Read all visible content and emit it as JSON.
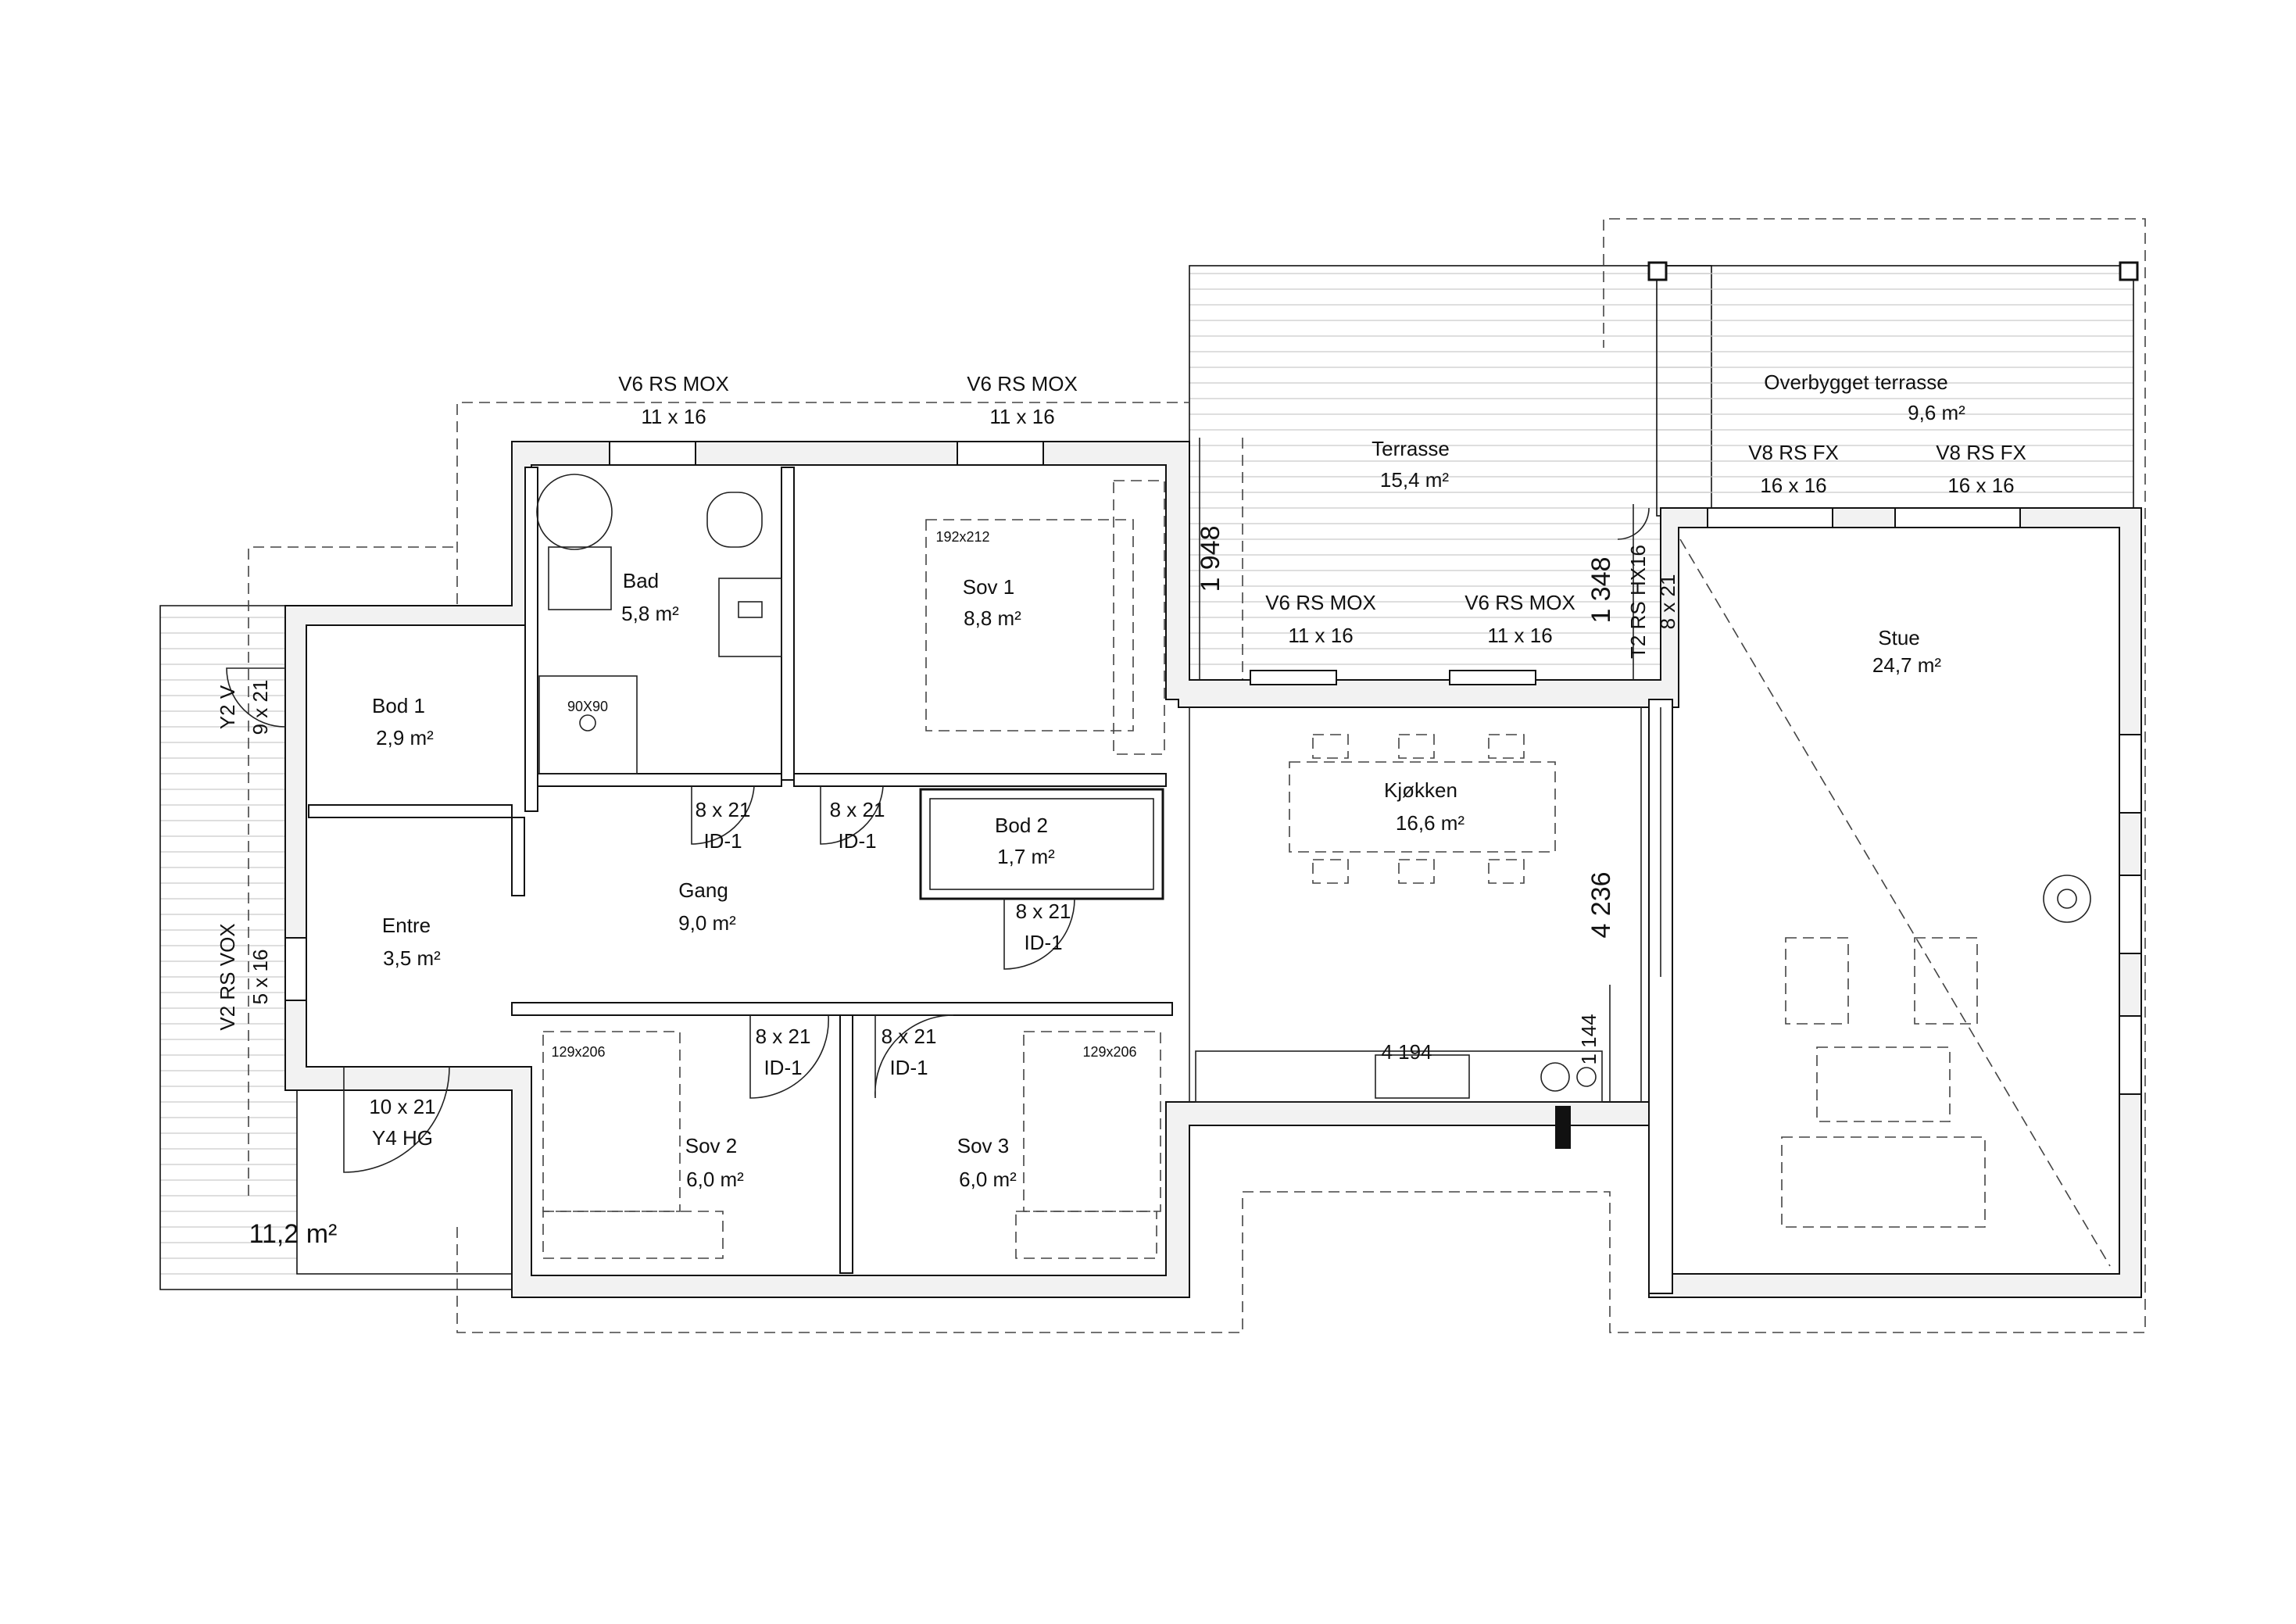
{
  "rooms": {
    "bad": {
      "name": "Bad",
      "area": "5,8 m²"
    },
    "sov1": {
      "name": "Sov 1",
      "area": "8,8 m²",
      "bed": "192x212"
    },
    "bod1": {
      "name": "Bod 1",
      "area": "2,9 m²"
    },
    "entre": {
      "name": "Entre",
      "area": "3,5 m²"
    },
    "gang": {
      "name": "Gang",
      "area": "9,0 m²"
    },
    "bod2": {
      "name": "Bod 2",
      "area": "1,7 m²"
    },
    "sov2": {
      "name": "Sov 2",
      "area": "6,0 m²",
      "bed": "129x206"
    },
    "sov3": {
      "name": "Sov 3",
      "area": "6,0 m²",
      "bed": "129x206"
    },
    "kjokken": {
      "name": "Kjøkken",
      "area": "16,6 m²"
    },
    "stue": {
      "name": "Stue",
      "area": "24,7 m²"
    },
    "terrasse": {
      "name": "Terrasse",
      "area": "15,4 m²"
    },
    "overbygget": {
      "name": "Overbygget terrasse",
      "area": "9,6 m²"
    },
    "entry_deck": {
      "area": "11,2 m²"
    },
    "shower": "90X90"
  },
  "windows": {
    "top_left": {
      "code": "V6 RS MOX",
      "size": "11 x 16"
    },
    "top_mid": {
      "code": "V6 RS MOX",
      "size": "11 x 16"
    },
    "kitchen_left": {
      "code": "V6 RS MOX",
      "size": "11 x 16"
    },
    "kitchen_right": {
      "code": "V6 RS MOX",
      "size": "11 x 16"
    },
    "stue_left": {
      "code": "V8 RS FX",
      "size": "16 x 16"
    },
    "stue_right": {
      "code": "V8 RS FX",
      "size": "16 x 16"
    },
    "bod1_side": {
      "code": "Y2 V",
      "size": "9 x 21"
    },
    "entre_side": {
      "code": "V2 RS VOX",
      "size": "5 x 16"
    },
    "stue_door": {
      "code": "T2 RS HX16",
      "size": "8 x 21"
    }
  },
  "doors": {
    "gang_a": {
      "size": "8 x 21",
      "type": "ID-1"
    },
    "gang_b": {
      "size": "8 x 21",
      "type": "ID-1"
    },
    "bod2": {
      "size": "8 x 21",
      "type": "ID-1"
    },
    "sov2": {
      "size": "8 x 21",
      "type": "ID-1"
    },
    "sov3": {
      "size": "8 x 21",
      "type": "ID-1"
    },
    "entrance": {
      "size": "10 x 21",
      "type": "Y4 HG"
    }
  },
  "dimensions": {
    "d1948": "1 948",
    "d1348": "1 348",
    "d4236": "4 236",
    "d4194": "4 194",
    "d1144": "1 144"
  }
}
